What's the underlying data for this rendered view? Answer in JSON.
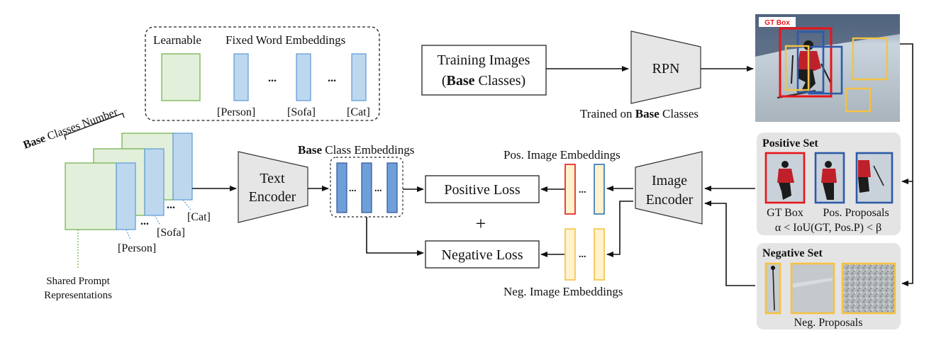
{
  "prompt_box": {
    "learnable_label": "Learnable",
    "fixed_label": "Fixed Word Embeddings",
    "ellipsis": "...",
    "person_label": "[Person]",
    "sofa_label": "[Sofa]",
    "cat_label": "[Cat]"
  },
  "stack": {
    "base_word": "Base",
    "classes_number_label": "Classes Number",
    "cat_label": "[Cat]",
    "sofa_label": "[Sofa]",
    "person_label": "[Person]",
    "ellipsis": "...",
    "shared_line1": "Shared Prompt",
    "shared_line2": "Representations"
  },
  "text_encoder": {
    "line1": "Text",
    "line2": "Encoder"
  },
  "class_embeddings": {
    "title_bold": "Base",
    "title_rest": "Class Embeddings",
    "ellipsis": "..."
  },
  "training_images": {
    "line1": "Training Images",
    "paren_open": "(",
    "bold": "Base",
    "rest": "Classes)"
  },
  "rpn": {
    "label": "RPN",
    "trained_prefix": "Trained on",
    "trained_bold": "Base",
    "trained_suffix": "Classes"
  },
  "gt_box_badge": "GT Box",
  "losses": {
    "positive": "Positive Loss",
    "negative": "Negative Loss",
    "plus": "+"
  },
  "pos_embeddings_label": "Pos. Image Embeddings",
  "neg_embeddings_label": "Neg. Image Embeddings",
  "image_encoder": {
    "line1": "Image",
    "line2": "Encoder"
  },
  "positive_set": {
    "title": "Positive Set",
    "gt_label": "GT Box",
    "pos_label": "Pos. Proposals",
    "condition": "α < IoU(GT, Pos.P) < β"
  },
  "negative_set": {
    "title": "Negative Set",
    "proposals_label": "Neg. Proposals"
  },
  "colors": {
    "learnable_fill": "#e2efda",
    "learnable_stroke": "#70ad47",
    "embedding_fill": "#bdd7ee",
    "embedding_stroke": "#5b9bd5",
    "class_emb_fill": "#6f9fd8",
    "class_emb_stroke": "#2f5597",
    "gt_red": "#e8141a",
    "proposal_blue": "#2e5aa8",
    "negative_yellow": "#f5c242",
    "neg_emb_fill": "#fff2cc",
    "panel_gray": "#e4e4e4",
    "encoder_gray": "#e6e6e6"
  }
}
